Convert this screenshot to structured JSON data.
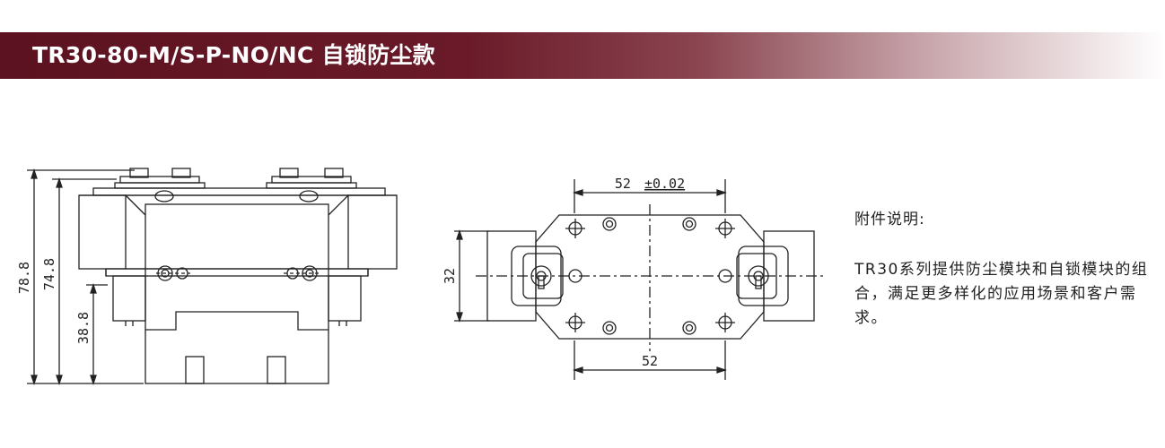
{
  "header": {
    "title": "TR30-80-M/S-P-NO/NC 自锁防尘款",
    "color": "#6a1a28"
  },
  "front_view": {
    "dimensions": [
      "78.8",
      "74.8",
      "38.8"
    ]
  },
  "top_view": {
    "dimensions": {
      "top_width": "52",
      "tolerance": "±0.02",
      "height": "32",
      "bottom_width": "52"
    }
  },
  "notes": {
    "heading": "附件说明:",
    "body": "TR30系列提供防尘模块和自锁模块的组合，满足更多样化的应用场景和客户需求。"
  }
}
